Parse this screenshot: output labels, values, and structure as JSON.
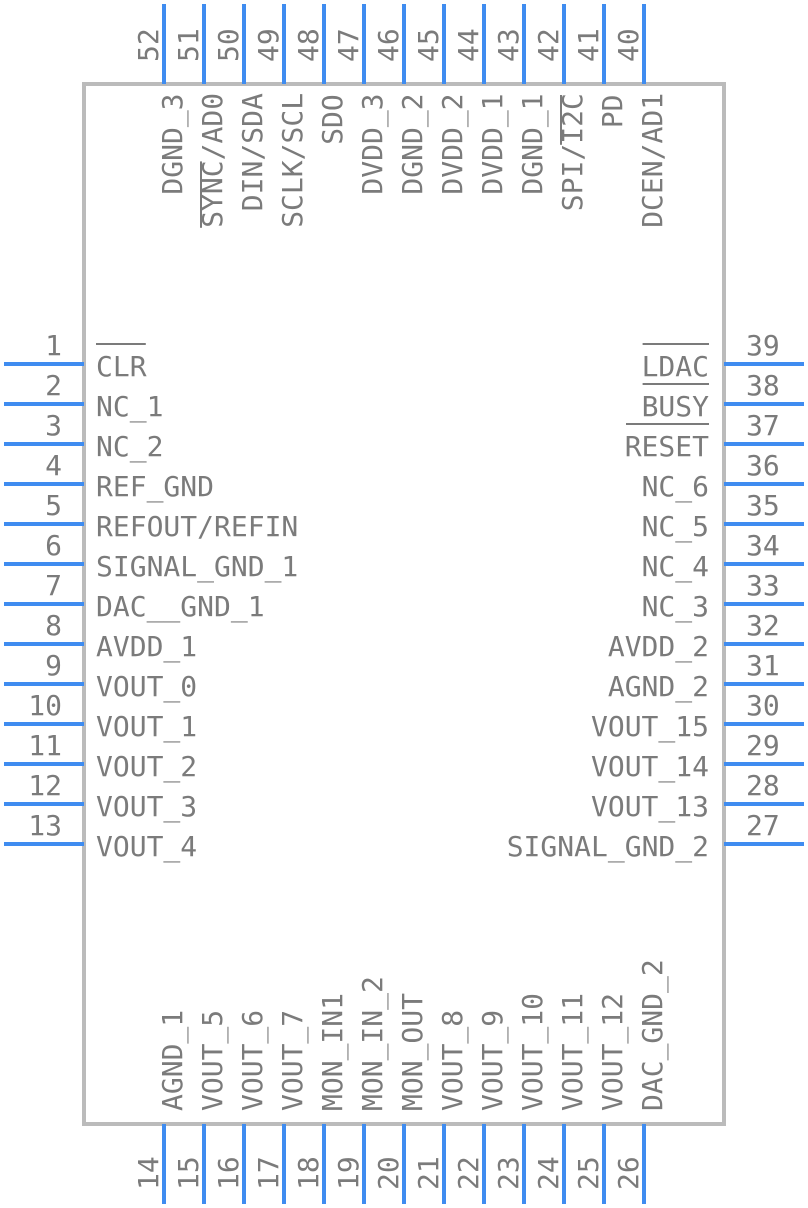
{
  "colors": {
    "pin": "#3f8cf0",
    "body": "#bbbbbb",
    "text": "#7b7b7b"
  },
  "pins": {
    "left": [
      {
        "num": "1",
        "name": "CLR",
        "overbar": "CLR"
      },
      {
        "num": "2",
        "name": "NC_1"
      },
      {
        "num": "3",
        "name": "NC_2"
      },
      {
        "num": "4",
        "name": "REF_GND"
      },
      {
        "num": "5",
        "name": "REFOUT/REFIN"
      },
      {
        "num": "6",
        "name": "SIGNAL_GND_1"
      },
      {
        "num": "7",
        "name": "DAC__GND_1"
      },
      {
        "num": "8",
        "name": "AVDD_1"
      },
      {
        "num": "9",
        "name": "VOUT_0"
      },
      {
        "num": "10",
        "name": "VOUT_1"
      },
      {
        "num": "11",
        "name": "VOUT_2"
      },
      {
        "num": "12",
        "name": "VOUT_3"
      },
      {
        "num": "13",
        "name": "VOUT_4"
      }
    ],
    "right": [
      {
        "num": "39",
        "name": "LDAC",
        "overbar": "LDAC"
      },
      {
        "num": "38",
        "name": "BUSY",
        "overbar": "BUSY"
      },
      {
        "num": "37",
        "name": "RESET",
        "overbar": "RESET"
      },
      {
        "num": "36",
        "name": "NC_6"
      },
      {
        "num": "35",
        "name": "NC_5"
      },
      {
        "num": "34",
        "name": "NC_4"
      },
      {
        "num": "33",
        "name": "NC_3"
      },
      {
        "num": "32",
        "name": "AVDD_2"
      },
      {
        "num": "31",
        "name": "AGND_2"
      },
      {
        "num": "30",
        "name": "VOUT_15"
      },
      {
        "num": "29",
        "name": "VOUT_14"
      },
      {
        "num": "28",
        "name": "VOUT_13"
      },
      {
        "num": "27",
        "name": "SIGNAL_GND_2"
      }
    ],
    "bottom": [
      {
        "num": "14",
        "name": "AGND_1"
      },
      {
        "num": "15",
        "name": "VOUT_5"
      },
      {
        "num": "16",
        "name": "VOUT_6"
      },
      {
        "num": "17",
        "name": "VOUT_7"
      },
      {
        "num": "18",
        "name": "MON_IN1"
      },
      {
        "num": "19",
        "name": "MON_IN_2"
      },
      {
        "num": "20",
        "name": "MON_OUT"
      },
      {
        "num": "21",
        "name": "VOUT_8"
      },
      {
        "num": "22",
        "name": "VOUT_9"
      },
      {
        "num": "23",
        "name": "VOUT_10"
      },
      {
        "num": "24",
        "name": "VOUT_11"
      },
      {
        "num": "25",
        "name": "VOUT_12"
      },
      {
        "num": "26",
        "name": "DAC_GND_2"
      }
    ],
    "top": [
      {
        "num": "52",
        "name": "DGND_3"
      },
      {
        "num": "51",
        "name": "SYNC/AD0",
        "overbar": "SYNC"
      },
      {
        "num": "50",
        "name": "DIN/SDA"
      },
      {
        "num": "49",
        "name": "SCLK/SCL"
      },
      {
        "num": "48",
        "name": "SDO"
      },
      {
        "num": "47",
        "name": "DVDD_3"
      },
      {
        "num": "46",
        "name": "DGND_2"
      },
      {
        "num": "45",
        "name": "DVDD_2"
      },
      {
        "num": "44",
        "name": "DVDD_1"
      },
      {
        "num": "43",
        "name": "DGND_1"
      },
      {
        "num": "42",
        "name": "SPI/I2C",
        "overbar": "I2C"
      },
      {
        "num": "41",
        "name": "PD"
      },
      {
        "num": "40",
        "name": "DCEN/AD1"
      }
    ]
  }
}
